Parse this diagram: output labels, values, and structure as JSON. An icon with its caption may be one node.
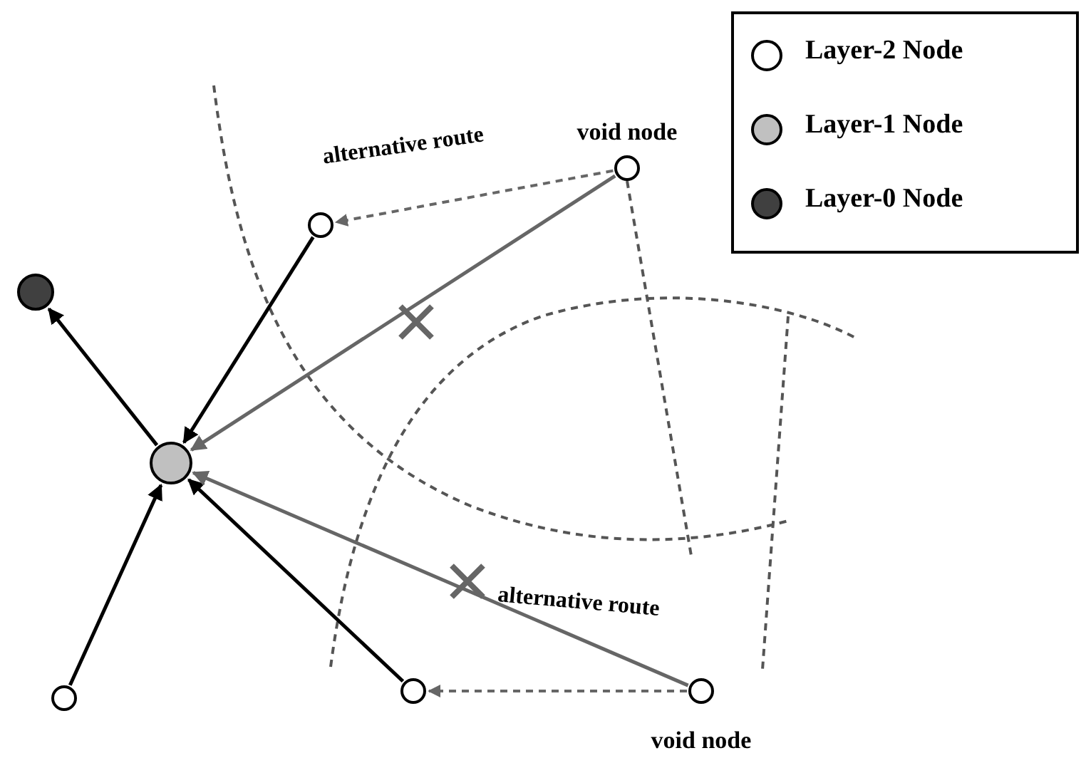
{
  "diagram": {
    "nodes": [
      {
        "text": [],
        "shape": "circle"
      },
      {
        "text": [],
        "shape": "circle"
      },
      {
        "text": [],
        "shape": "circle"
      },
      {
        "text": [],
        "shape": "circle",
        "beside": [
          "void node"
        ]
      },
      {
        "text": [],
        "shape": "circle"
      },
      {
        "text": [],
        "shape": "circle"
      },
      {
        "text": [],
        "shape": "circle",
        "beside": [
          "void node"
        ]
      }
    ],
    "edges": [
      {
        "from": 1,
        "to": 0,
        "arrow": "to"
      },
      {
        "from": 2,
        "to": 1,
        "arrow": "to"
      },
      {
        "from": 3,
        "to": 1,
        "arrow": "to",
        "color": "#666666"
      },
      {
        "from": 3,
        "to": 2,
        "arrow": "to",
        "style": "dashed",
        "color": "#666666"
      },
      {
        "from": 4,
        "to": 1,
        "arrow": "to"
      },
      {
        "from": 5,
        "to": 1,
        "arrow": "to"
      },
      {
        "from": 6,
        "to": 1,
        "arrow": "to",
        "color": "#666666"
      },
      {
        "from": 6,
        "to": 5,
        "arrow": "to",
        "style": "dashed",
        "color": "#666666"
      }
    ],
    "labels": [
      "alternative route",
      "alternative route"
    ],
    "legend": [
      {
        "text": "Layer-2 Node",
        "color": "#ffffff"
      },
      {
        "text": "Layer-1 Node",
        "color": "#c0c0c0"
      },
      {
        "text": "Layer-0 Node",
        "color": "#404040"
      }
    ]
  }
}
